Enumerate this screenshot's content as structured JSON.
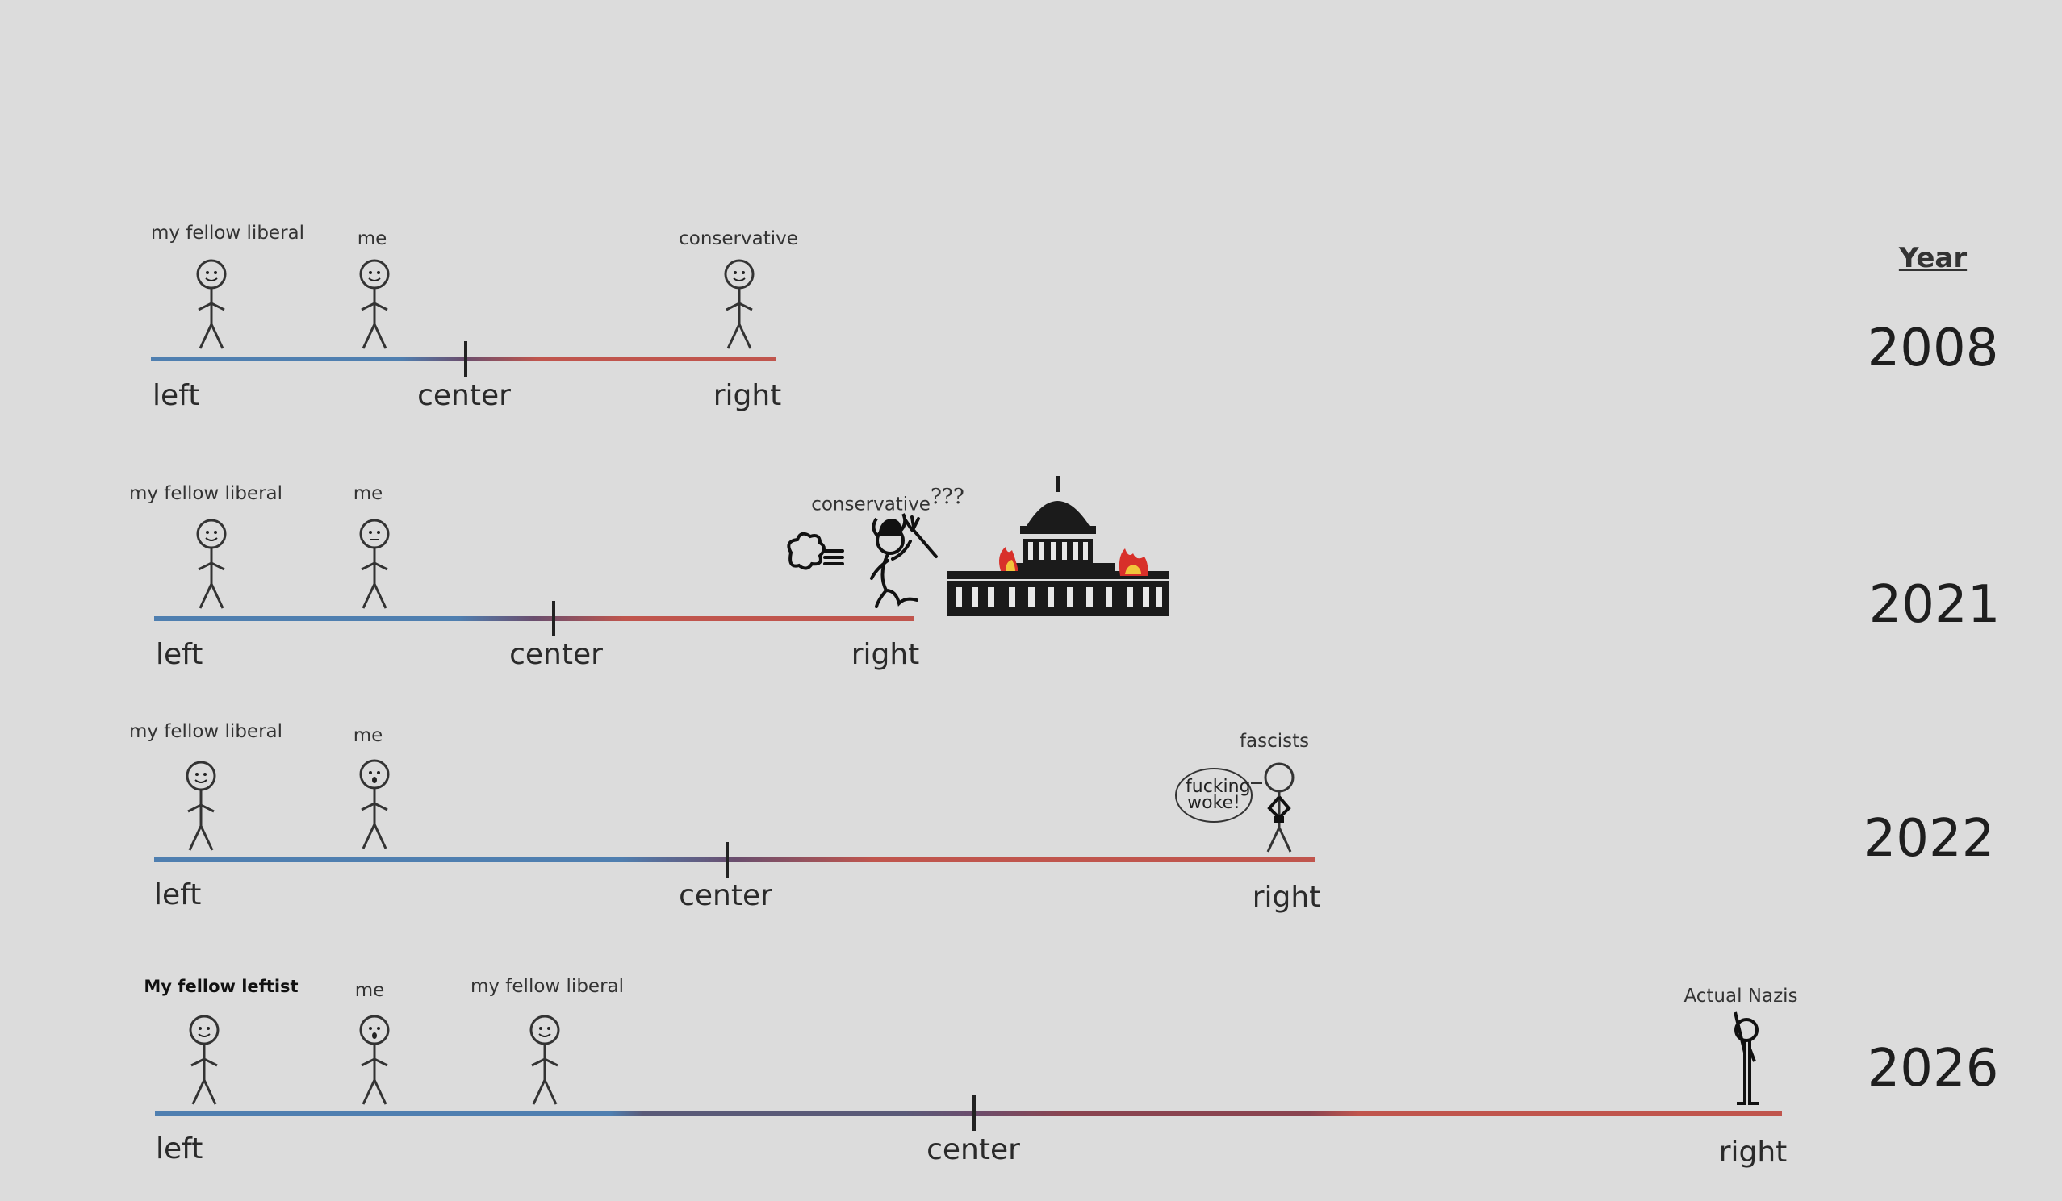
{
  "header": {
    "year_label": "Year"
  },
  "axis": {
    "left": "left",
    "center": "center",
    "right": "right"
  },
  "rows": [
    {
      "year": "2008",
      "labels": {
        "fellow": "my fellow liberal",
        "me": "me",
        "other": "conservative"
      }
    },
    {
      "year": "2021",
      "labels": {
        "fellow": "my fellow liberal",
        "me": "me",
        "other": "conservative",
        "other_suffix": "???"
      }
    },
    {
      "year": "2022",
      "labels": {
        "fellow": "my fellow liberal",
        "me": "me",
        "other": "fascists",
        "speech": "fucking woke!"
      }
    },
    {
      "year": "2026",
      "labels": {
        "leftist": "My fellow leftist",
        "me": "me",
        "fellow": "my fellow liberal",
        "other": "Actual Nazis"
      }
    }
  ],
  "colors": {
    "left": "#4f7fb0",
    "right": "#c0554d",
    "fire": "#d8302a",
    "flame_core": "#f2c53b"
  }
}
